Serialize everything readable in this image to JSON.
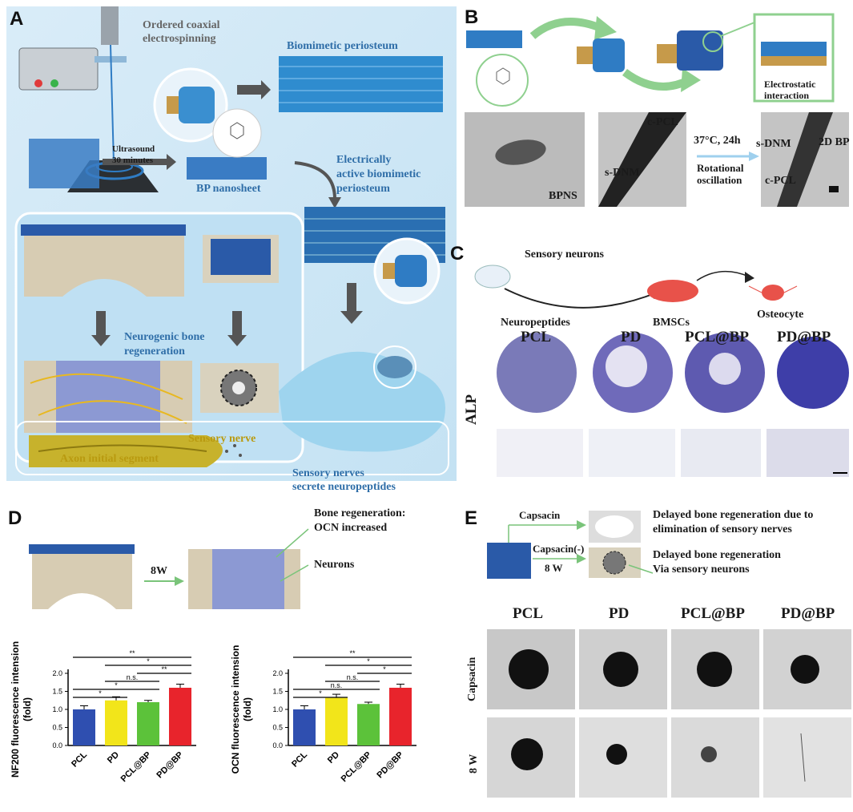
{
  "panels": {
    "A": {
      "label": "A",
      "ordered_coaxial": "Ordered coaxial",
      "electrospinning": "electrospinning",
      "biomimetic_periosteum": "Biomimetic periosteum",
      "ultrasound": "Ultrasound",
      "minutes": "30 minutes",
      "bp_nanosheet": "BP nanosheet",
      "electrically": "Electrically",
      "active_biomimetic": "active biomimetic",
      "periosteum": "periosteum",
      "neurogenic_bone": "Neurogenic bone",
      "regeneration": "regeneration",
      "sensory_nerve": "Sensory nerve",
      "axon_initial_segment": "Axon initial segment",
      "sensory_nerves_secrete": "Sensory nerves",
      "secrete_neuropeptides": "secrete neuropeptides"
    },
    "B": {
      "label": "B",
      "electrostatic": "Electrostatic",
      "interaction": "interaction",
      "bpns": "BPNS",
      "c_pcl": "c-PCL",
      "s_dnm": "s-DNM",
      "temp_time": "37°C, 24h",
      "rotational": "Rotational",
      "oscillation": "oscillation",
      "s_dnm_2": "s-DNM",
      "two_d_bp": "2D BP",
      "c_pcl_2": "c-PCL"
    },
    "C": {
      "label": "C",
      "sensory_neurons": "Sensory neurons",
      "neuropeptides": "Neuropeptides",
      "bmscs": "BMSCs",
      "osteocyte": "Osteocyte",
      "alp": "ALP",
      "groups": [
        "PCL",
        "PD",
        "PCL@BP",
        "PD@BP"
      ]
    },
    "D": {
      "label": "D",
      "bone_regen_1": "Bone regeneration:",
      "bone_regen_2": "OCN increased",
      "neurons": "Neurons",
      "weeks": "8W"
    },
    "E": {
      "label": "E",
      "capsacin": "Capsacin",
      "capsacin_neg": "Capsacin(-)",
      "eight_w": "8 W",
      "delayed_1a": "Delayed bone regeneration due to",
      "delayed_1b": "elimination of sensory nerves",
      "delayed_2a": "Delayed bone regeneration",
      "delayed_2b": "Via sensory neurons",
      "groups": [
        "PCL",
        "PD",
        "PCL@BP",
        "PD@BP"
      ],
      "row_capsacin": "Capsacin",
      "row_8w": "8 W"
    }
  },
  "chart_data": [
    {
      "type": "bar",
      "categories": [
        "PCL",
        "PD",
        "PCL@BP",
        "PD@BP"
      ],
      "values": [
        1.0,
        1.25,
        1.2,
        1.6
      ],
      "errors": [
        0.1,
        0.1,
        0.05,
        0.1
      ],
      "colors": [
        "#2f4fb0",
        "#f2e51a",
        "#5cc23a",
        "#e8242c"
      ],
      "ylabel": "NF200 fluorescence intension (fold)",
      "ylim": [
        0,
        2.0
      ],
      "yticks": [
        "0.0",
        "0.5",
        "1.0",
        "1.5",
        "2.0"
      ],
      "significance": [
        {
          "from": 0,
          "to": 3,
          "label": "**"
        },
        {
          "from": 1,
          "to": 3,
          "label": "*"
        },
        {
          "from": 2,
          "to": 3,
          "label": "**"
        },
        {
          "from": 1,
          "to": 2,
          "label": "n.s."
        },
        {
          "from": 0,
          "to": 2,
          "label": "*"
        },
        {
          "from": 0,
          "to": 1,
          "label": "*"
        }
      ]
    },
    {
      "type": "bar",
      "categories": [
        "PCL",
        "PD",
        "PCL@BP",
        "PD@BP"
      ],
      "values": [
        1.0,
        1.32,
        1.15,
        1.6
      ],
      "errors": [
        0.1,
        0.1,
        0.05,
        0.1
      ],
      "colors": [
        "#2f4fb0",
        "#f2e51a",
        "#5cc23a",
        "#e8242c"
      ],
      "ylabel": "OCN fluorescence intension (fold)",
      "ylim": [
        0,
        2.0
      ],
      "yticks": [
        "0.0",
        "0.5",
        "1.0",
        "1.5",
        "2.0"
      ],
      "significance": [
        {
          "from": 0,
          "to": 3,
          "label": "**"
        },
        {
          "from": 1,
          "to": 3,
          "label": "*"
        },
        {
          "from": 2,
          "to": 3,
          "label": "*"
        },
        {
          "from": 1,
          "to": 2,
          "label": "n.s."
        },
        {
          "from": 0,
          "to": 2,
          "label": "n.s."
        },
        {
          "from": 0,
          "to": 1,
          "label": "*"
        }
      ]
    }
  ]
}
